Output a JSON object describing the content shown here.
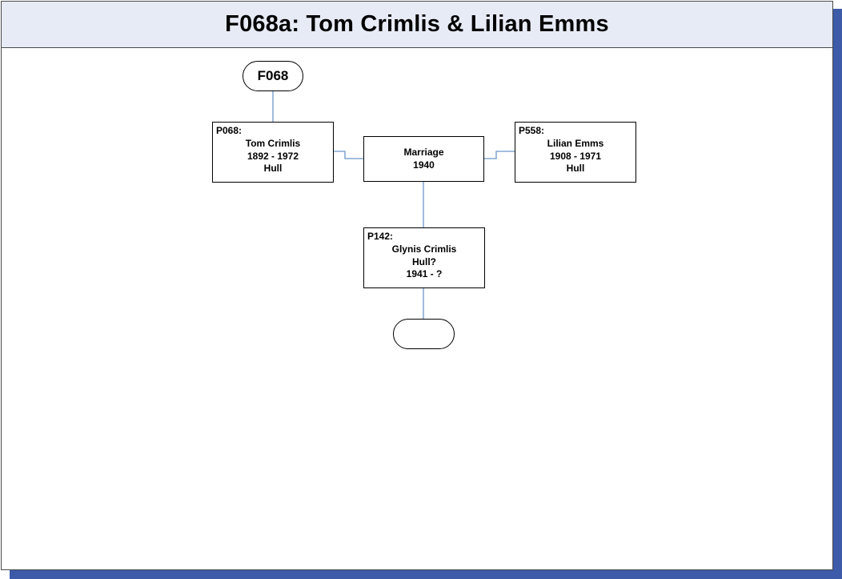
{
  "title": "F068a: Tom Crimlis & Lilian Emms",
  "colors": {
    "title_bar": "#e7ebf6",
    "shadow": "#3d5ba8",
    "connector": "#6b96c8"
  },
  "parent_family": {
    "label": "F068"
  },
  "husband": {
    "ref": "P068:",
    "lines": [
      "Tom Crimlis",
      "1892 - 1972",
      "Hull"
    ]
  },
  "wife": {
    "ref": "P558:",
    "lines": [
      "Lilian Emms",
      "1908 - 1971",
      "Hull"
    ]
  },
  "marriage": {
    "lines": [
      "Marriage",
      "1940"
    ]
  },
  "child": {
    "ref": "P142:",
    "lines": [
      "Glynis Crimlis",
      "Hull?",
      "1941 - ?"
    ]
  },
  "child_family": {
    "label": ""
  }
}
